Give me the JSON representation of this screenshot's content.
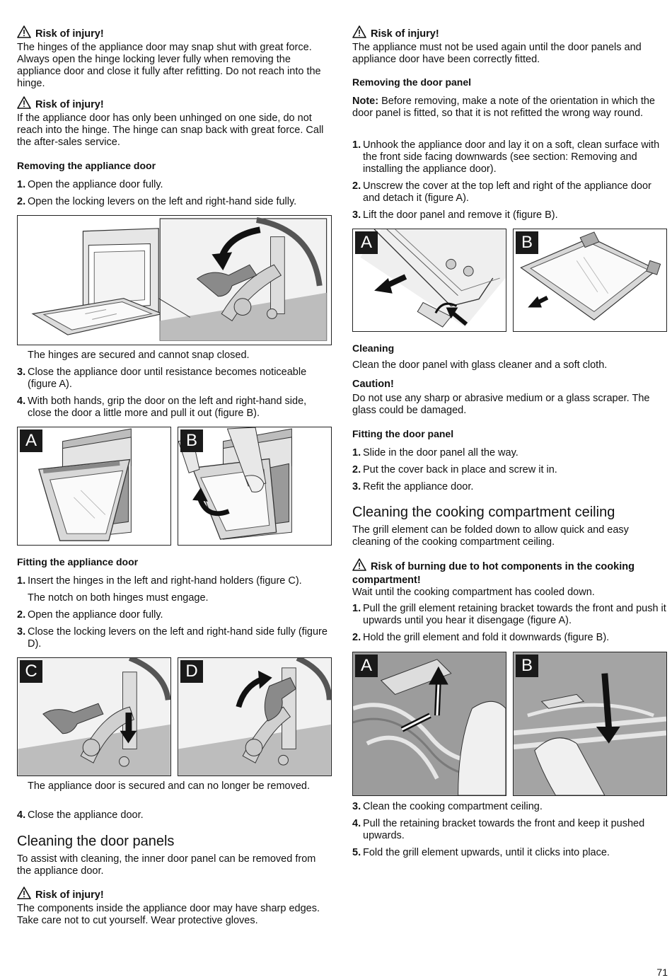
{
  "page_number": "71",
  "left": {
    "w1_title": "Risk of injury!",
    "w1_text": "The hinges of the appliance door may snap shut with great force. Always open the hinge locking lever fully when removing the appliance door and close it fully after refitting. Do not reach into the hinge.",
    "w2_title": "Risk of injury!",
    "w2_text": "If the appliance door has only been unhinged on one side, do not reach into the hinge. The hinge can snap back with great force. Call the after-sales service.",
    "removing_door_heading": "Removing the appliance door",
    "rem_steps": [
      {
        "num": "1.",
        "text": "Open the appliance door fully."
      },
      {
        "num": "2.",
        "text": "Open the locking levers on the left and right-hand side fully."
      },
      {
        "num": "3.",
        "text": "Close the appliance door until resistance becomes noticeable (figure A)."
      },
      {
        "num": "4.",
        "text": "With both hands, grip the door on the left and right-hand side, close the door a little more and pull it out (figure B)."
      }
    ],
    "hinges_secured": "The hinges are secured and cannot snap closed.",
    "fig_a": "A",
    "fig_b": "B",
    "fitting_door_heading": "Fitting the appliance door",
    "fit_steps": [
      {
        "num": "1.",
        "text": "Insert the hinges in the left and right-hand holders (figure C)."
      },
      {
        "num": "2.",
        "text": "Open the appliance door fully."
      },
      {
        "num": "3.",
        "text": "Close the locking levers on the left and right-hand side fully (figure D)."
      },
      {
        "num": "4.",
        "text": "Close the appliance door."
      }
    ],
    "notch_text": "The notch on both hinges must engage.",
    "fig_c": "C",
    "fig_d": "D",
    "secured_text": "The appliance door is secured and can no longer be removed.",
    "panels_heading": "Cleaning the door panels",
    "panels_text": "To assist with cleaning, the inner door panel can be removed from the appliance door.",
    "w3_title": "Risk of injury!",
    "w3_text": "The components inside the appliance door may have sharp edges. Take care not to cut yourself. Wear protective gloves."
  },
  "right": {
    "w1_title": "Risk of injury!",
    "w1_text": "The appliance must not be used again until the door panels and appliance door have been correctly fitted.",
    "removing_panel_heading": "Removing the door panel",
    "note_label": "Note:",
    "note_text": " Before removing, make a note of the orientation in which the door panel is fitted, so that it is not refitted the wrong way round.",
    "rem_steps": [
      {
        "num": "1.",
        "text": "Unhook the appliance door and lay it on a soft, clean surface with the front side facing downwards (see section: Removing and installing the appliance door)."
      },
      {
        "num": "2.",
        "text": "Unscrew the cover at the top left and right of the appliance door and detach it (figure A)."
      },
      {
        "num": "3.",
        "text": "Lift the door panel and remove it (figure B)."
      }
    ],
    "fig_a": "A",
    "fig_b": "B",
    "cleaning_heading": "Cleaning",
    "cleaning_text": "Clean the door panel with glass cleaner and a soft cloth.",
    "caution_heading": "Caution!",
    "caution_text": "Do not use any sharp or abrasive medium or a glass scraper. The glass could be damaged.",
    "fitting_panel_heading": "Fitting the door panel",
    "fit_steps": [
      {
        "num": "1.",
        "text": "Slide in the door panel all the way."
      },
      {
        "num": "2.",
        "text": "Put the cover back in place and screw it in."
      },
      {
        "num": "3.",
        "text": "Refit the appliance door."
      }
    ],
    "ceiling_heading": "Cleaning the cooking compartment ceiling",
    "ceiling_text": "The grill element can be folded down to allow quick and easy cleaning of the cooking compartment ceiling.",
    "w2_title": "Risk of burning due to hot components in the cooking compartment!",
    "w2_text": "Wait until the cooking compartment has cooled down.",
    "grill_steps": [
      {
        "num": "1.",
        "text": "Pull the grill element retaining bracket towards the front and push it upwards until you hear it disengage (figure A)."
      },
      {
        "num": "2.",
        "text": "Hold the grill element and fold it downwards (figure B)."
      },
      {
        "num": "3.",
        "text": "Clean the cooking compartment ceiling."
      },
      {
        "num": "4.",
        "text": "Pull the retaining bracket towards the front and keep it pushed upwards."
      },
      {
        "num": "5.",
        "text": "Fold the grill element upwards, until it clicks into place."
      }
    ],
    "fig_a2": "A",
    "fig_b2": "B"
  }
}
